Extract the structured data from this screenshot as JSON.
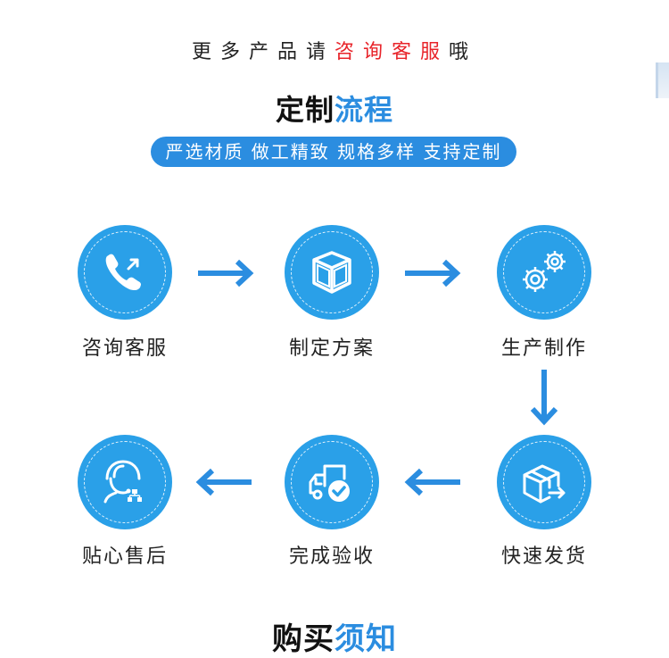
{
  "header": {
    "prompt_prefix": "更多产品请",
    "prompt_highlight": "咨询客服",
    "prompt_suffix": "哦",
    "section_title_black": "定制",
    "section_title_blue": "流程",
    "tagline": "严选材质 做工精致 规格多样 支持定制"
  },
  "steps": [
    {
      "label": "咨询客服",
      "icon": "phone-call-icon"
    },
    {
      "label": "制定方案",
      "icon": "cube-icon"
    },
    {
      "label": "生产制作",
      "icon": "gears-icon"
    },
    {
      "label": "快速发货",
      "icon": "package-ship-icon"
    },
    {
      "label": "完成验收",
      "icon": "truck-check-icon"
    },
    {
      "label": "贴心售后",
      "icon": "customer-service-icon"
    }
  ],
  "footer": {
    "title_black": "购买",
    "title_blue": "须知"
  },
  "colors": {
    "circle": "#2aa0e8",
    "arrow": "#2b8de0",
    "highlight_red": "#e8242a",
    "title_blue": "#2b8de0"
  }
}
